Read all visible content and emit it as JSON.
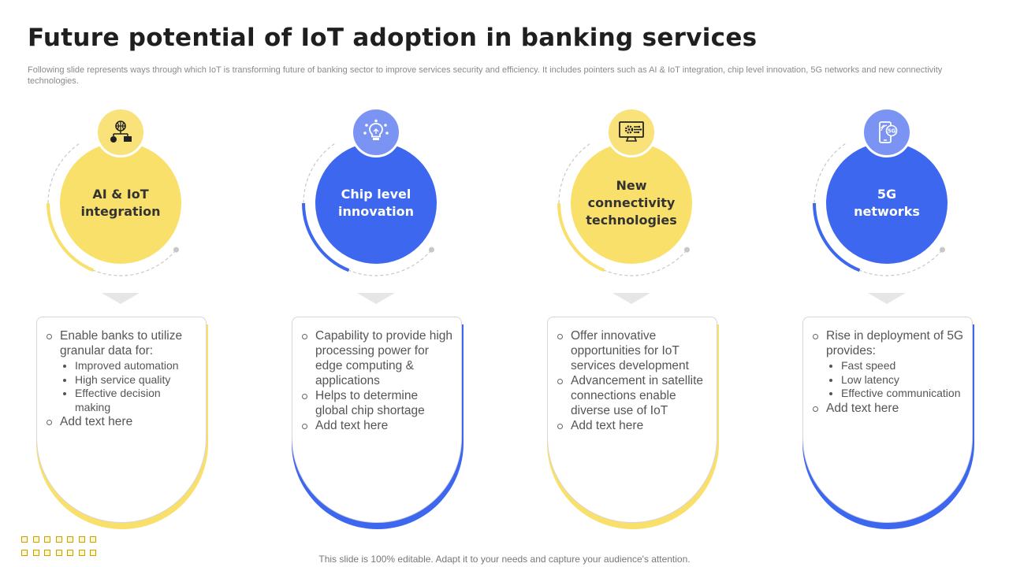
{
  "title": "Future potential of IoT adoption in banking services",
  "subtitle": "Following slide represents ways through which IoT is transforming future of banking sector to improve services security and efficiency. It includes pointers such as AI & IoT integration, chip level innovation, 5G networks and new connectivity technologies.",
  "footer": "This slide is 100% editable. Adapt it to your needs and capture your audience's attention.",
  "colors": {
    "yellow": "#f9e06a",
    "blue": "#3d67ee",
    "light_blue": "#7b94f3",
    "light_yellow": "#f9e27a"
  },
  "columns": [
    {
      "heading": "AI & IoT\nintegration",
      "icon": "network-globe-icon",
      "theme": "yellow",
      "points": [
        {
          "text": "Enable banks to utilize granular data for:",
          "sub": [
            "Improved automation",
            "High service quality",
            "Effective decision making"
          ]
        },
        {
          "text": "Add text here"
        }
      ]
    },
    {
      "heading": "Chip level\ninnovation",
      "icon": "lightbulb-circuit-icon",
      "theme": "blue",
      "points": [
        {
          "text": "Capability to provide high processing power for edge computing & applications"
        },
        {
          "text": "Helps to determine global chip shortage"
        },
        {
          "text": "Add text here"
        }
      ]
    },
    {
      "heading": "New\nconnectivity\ntechnologies",
      "icon": "monitor-gear-icon",
      "theme": "yellow",
      "points": [
        {
          "text": "Offer innovative opportunities for IoT services development"
        },
        {
          "text": "Advancement in satellite connections enable diverse use of IoT"
        },
        {
          "text": "Add text here"
        }
      ]
    },
    {
      "heading": "5G\nnetworks",
      "icon": "phone-5g-icon",
      "theme": "blue",
      "points": [
        {
          "text": "Rise in deployment of 5G provides:",
          "sub": [
            "Fast speed",
            "Low latency",
            "Effective communication"
          ]
        },
        {
          "text": "Add text here"
        }
      ]
    }
  ]
}
